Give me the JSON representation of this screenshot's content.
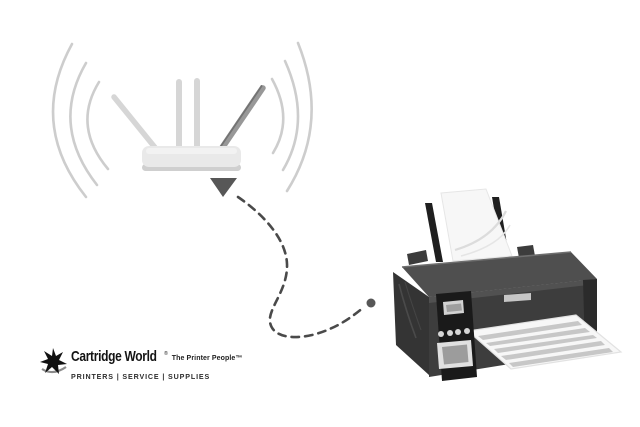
{
  "page": {
    "background": "#ffffff"
  },
  "illustration": {
    "router": {
      "label": "wireless-router",
      "body_color": "#e9e9e9",
      "body_edge_color": "#cfcfcf",
      "antenna_light_color": "#d6d6d6",
      "antenna_dark_color": "#989898",
      "antenna_dark_edge_color": "#6e6e6e",
      "wave_color": "#cdcdcd",
      "waves_per_side": 3,
      "antenna_count": 4
    },
    "connection": {
      "line_style": "dashed",
      "line_color": "#4a4a4a",
      "arrowhead_color": "#575757",
      "dot_color": "#575757"
    },
    "printer": {
      "label": "inkjet-printer",
      "lid_color": "#4f4f4f",
      "lid_bevel_color": "#515151",
      "front_color": "#3d3d3d",
      "side_color": "#343434",
      "right_edge_color": "#2b2b2b",
      "tab_color": "#3c3c3c",
      "rail_color": "#1f1f1f",
      "panel_color": "#1a1a1a",
      "display_color": "#d2d2d2",
      "display_inner_color": "#9e9e9e",
      "button_color": "#d6d6d6",
      "screen_frame_color": "#e0e0e0",
      "screen_color": "#9c9c9c",
      "handle_color": "#c6c6c6",
      "paper_color": "#f7f7f7",
      "paper_edge_color": "#e2e2e2",
      "paper_stripe_color": "#c7c7c7",
      "button_count": 4
    }
  },
  "branding": {
    "logo_icon": "starburst",
    "brand_name": "Cartridge World",
    "registered_mark": "®",
    "tagline": "The Printer People™",
    "services": "PRINTERS | SERVICE | SUPPLIES",
    "brand_text_color": "#1c1c1c"
  }
}
